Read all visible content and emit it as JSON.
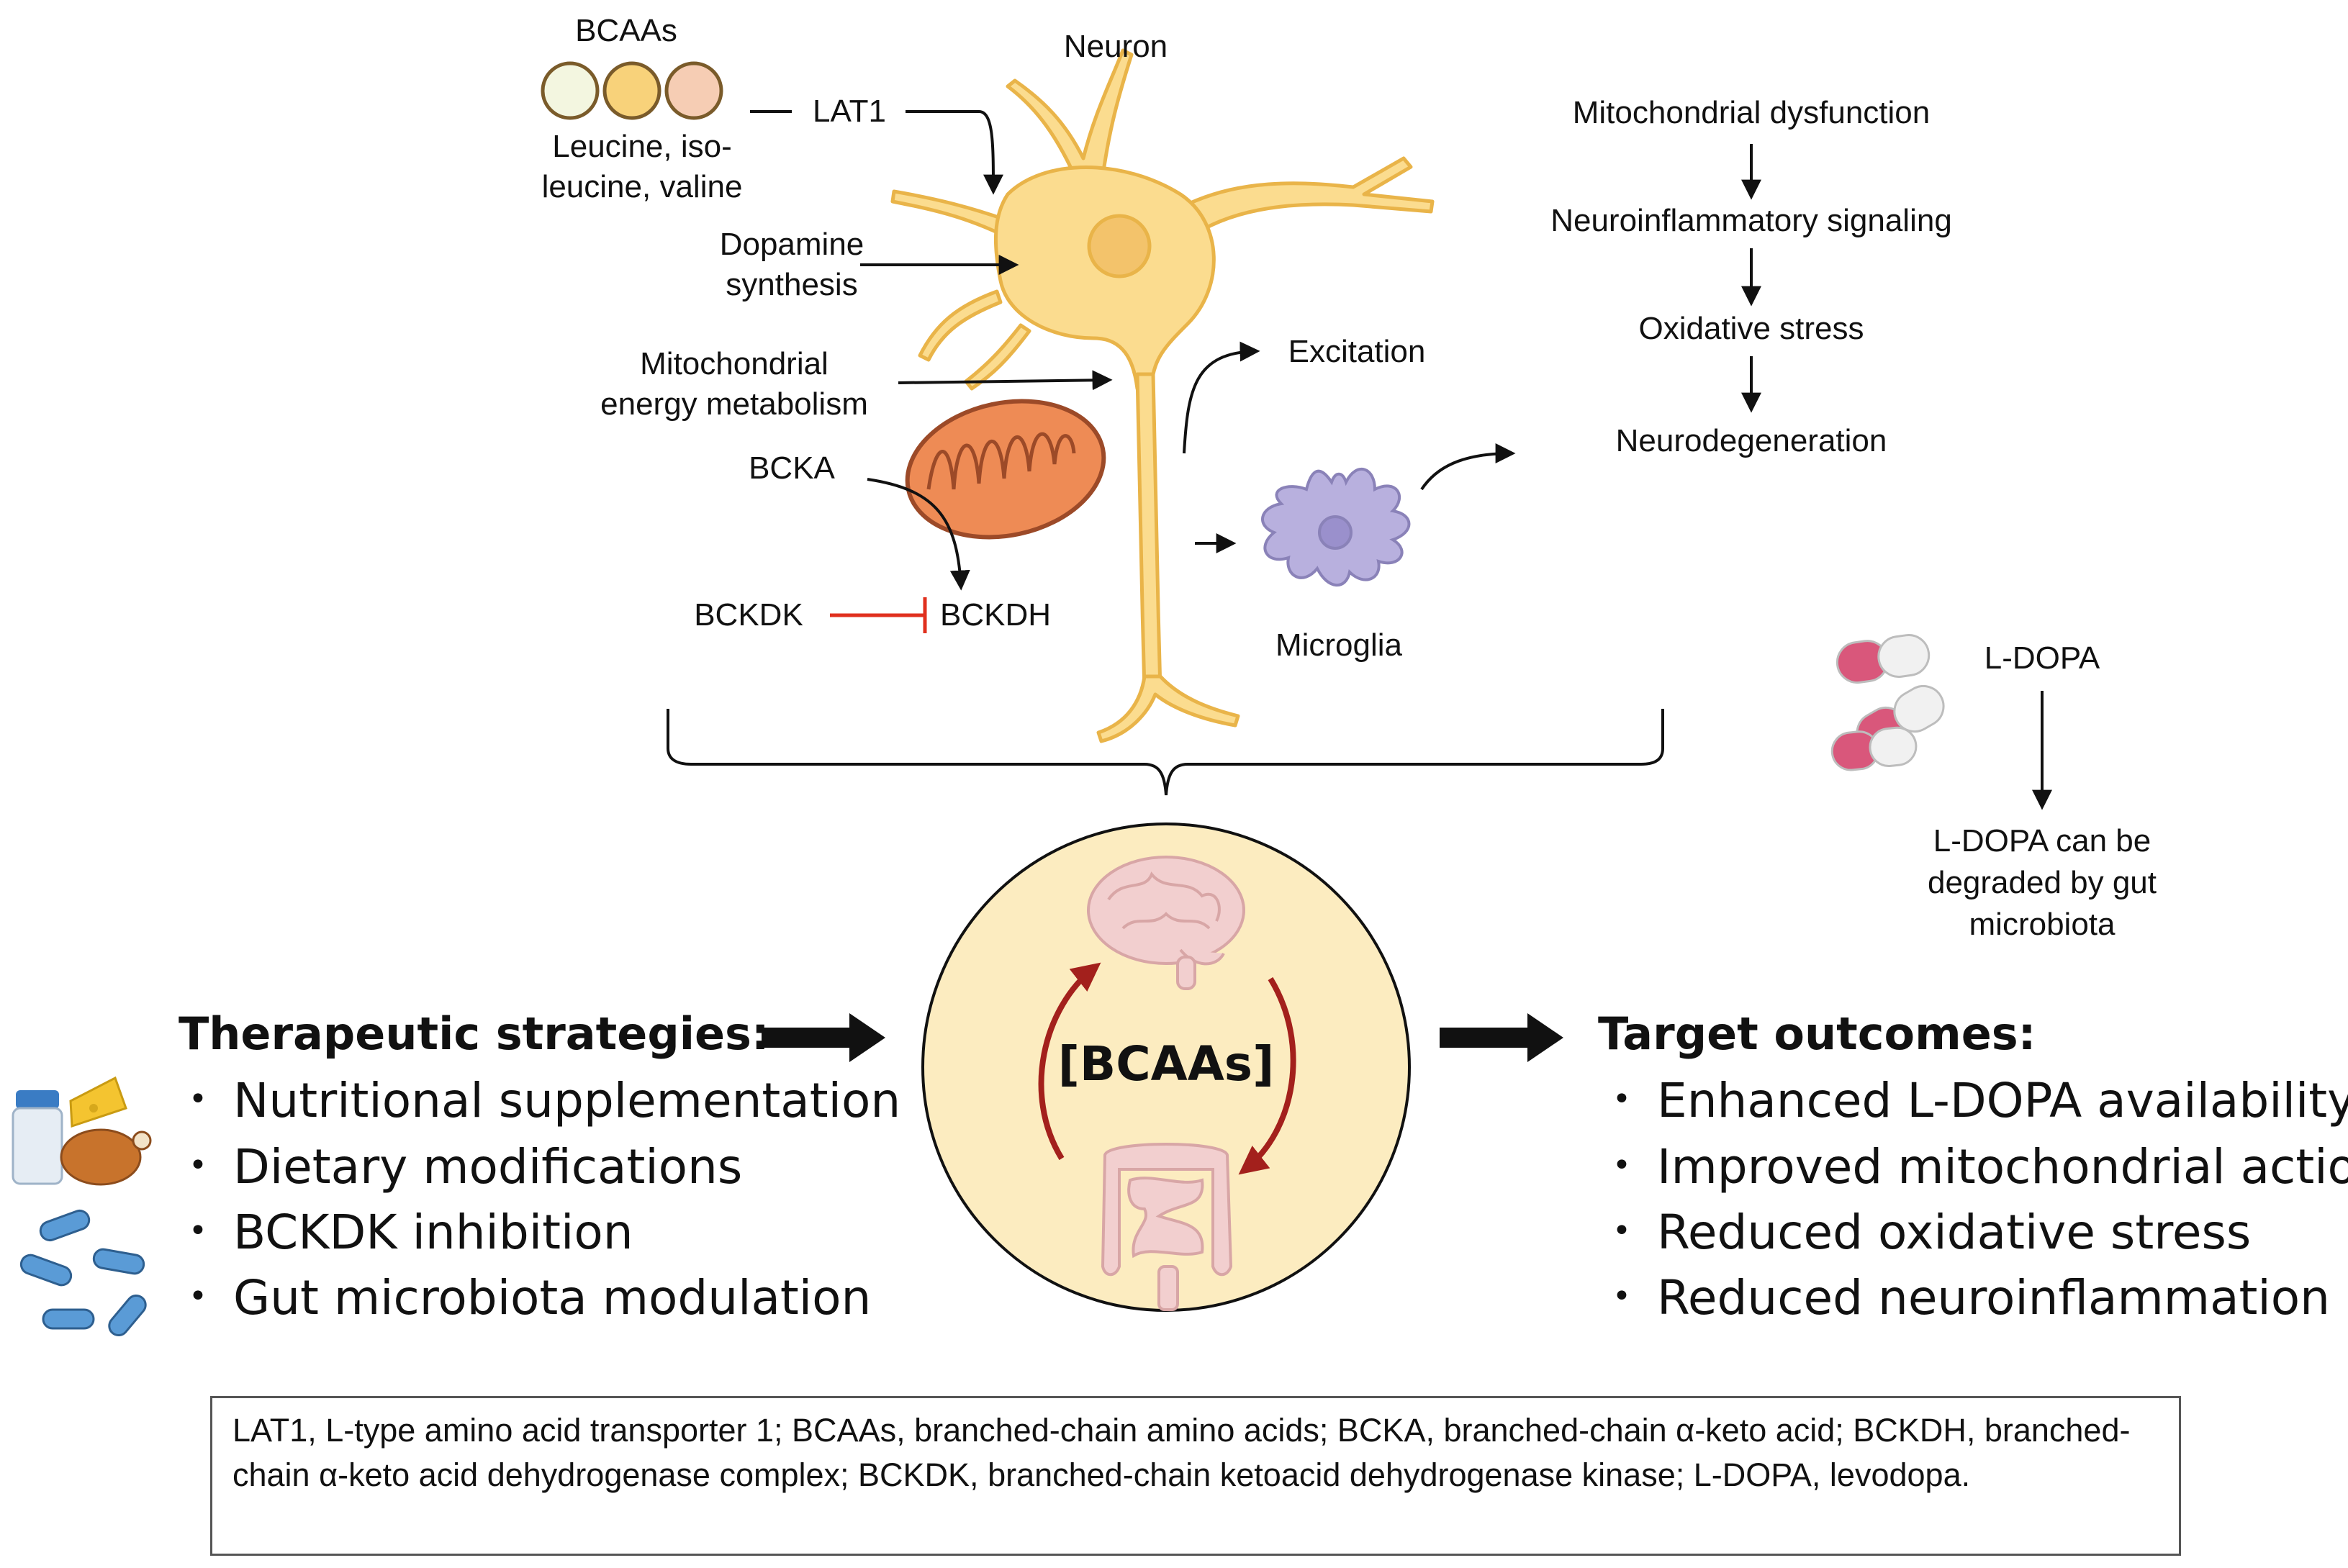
{
  "labels": {
    "bcaas_top": "BCAAs",
    "bcaa_names": "Leucine, iso-\nleucine, valine",
    "lat1": "LAT1",
    "neuron": "Neuron",
    "dopamine": "Dopamine\nsynthesis",
    "mito_energy": "Mitochondrial\nenergy metabolism",
    "bcka": "BCKA",
    "bckdk": "BCKDK",
    "bckdh": "BCKDH",
    "excitation": "Excitation",
    "microglia": "Microglia",
    "chain": [
      "Mitochondrial dysfunction",
      "Neuroinflammatory signaling",
      "Oxidative stress",
      "Neurodegeneration"
    ],
    "ldopa": "L-DOPA",
    "ldopa_note": "L-DOPA can be\ndegraded by gut\nmicrobiota",
    "center": "[BCAAs]"
  },
  "strategies": {
    "title": "Therapeutic strategies:",
    "items": [
      "Nutritional supplementation",
      "Dietary modifications",
      "BCKDK inhibition",
      "Gut microbiota modulation"
    ]
  },
  "outcomes": {
    "title": "Target outcomes:",
    "items": [
      "Enhanced L-DOPA availability",
      "Improved mitochondrial action",
      "Reduced oxidative stress",
      "Reduced neuroinflammation"
    ]
  },
  "bullet_symbol": "•",
  "legend": "LAT1, L-type amino acid transporter 1; BCAAs, branched-chain amino acids; BCKA, branched-chain α-keto acid; BCKDH, branched-chain α-keto acid dehydrogenase complex; BCKDK, branched-chain ketoacid dehydrogenase kinase; L-DOPA, levodopa.",
  "icons": [
    "bcaa-circles-icon",
    "neuron-icon",
    "mitochondrion-icon",
    "microglia-icon",
    "capsule-icon",
    "brain-icon",
    "intestine-icon",
    "shaker-icon",
    "cheese-icon",
    "chicken-icon",
    "bacteria-icon"
  ],
  "colors": {
    "neuron_fill": "#fbdc8f",
    "neuron_stroke": "#e9b449",
    "mito_fill": "#ee8b55",
    "microglia": "#b8b0de",
    "circle_fill": "#fcecc0",
    "cycle_arrow": "#a3201c",
    "inhibit": "#e0301e",
    "capsule_pink": "#d9577b"
  }
}
